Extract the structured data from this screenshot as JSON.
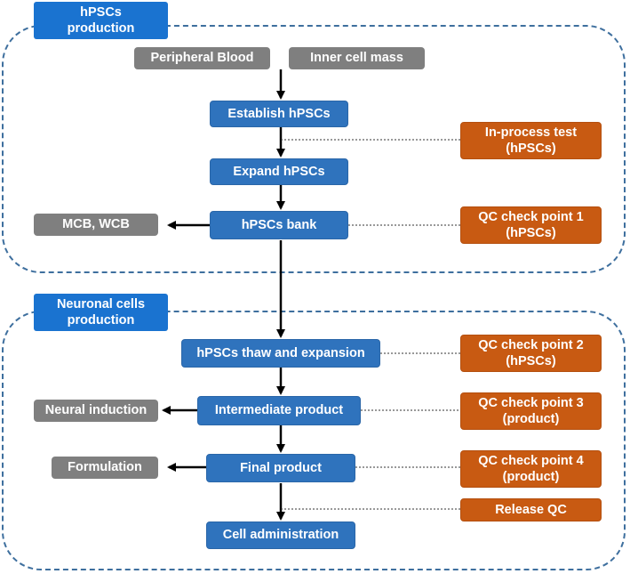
{
  "sections": {
    "hpsc_title": "hPSCs\nproduction",
    "neuronal_title": "Neuronal cells\nproduction"
  },
  "sources": {
    "peripheral_blood": "Peripheral Blood",
    "inner_cell_mass": "Inner cell mass"
  },
  "steps": {
    "establish": "Establish hPSCs",
    "expand": "Expand hPSCs",
    "bank": "hPSCs bank",
    "thaw": "hPSCs thaw and expansion",
    "intermediate": "Intermediate product",
    "final": "Final product",
    "administration": "Cell administration"
  },
  "outputs": {
    "mcb_wcb": "MCB, WCB",
    "neural_induction": "Neural induction",
    "formulation": "Formulation"
  },
  "qc": {
    "in_process": "In-process test\n(hPSCs)",
    "cp1": "QC check point 1\n(hPSCs)",
    "cp2": "QC check point 2\n(hPSCs)",
    "cp3": "QC check point 3\n(product)",
    "cp4": "QC check point 4\n(product)",
    "release": "Release QC"
  },
  "colors": {
    "process_blue": "#2f73bd",
    "title_blue": "#1a73d0",
    "qc_orange": "#c85a12",
    "output_grey": "#7f7f7f",
    "dash_border": "#3e6f9e"
  }
}
